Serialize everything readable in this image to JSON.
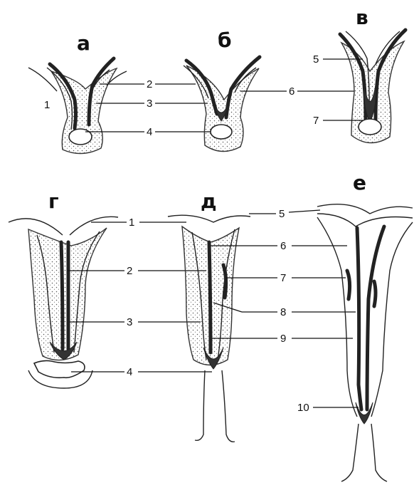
{
  "panels": {
    "a": "а",
    "b": "б",
    "v": "в",
    "g": "г",
    "d": "д",
    "e": "е"
  },
  "labels": {
    "a": {
      "n1": "1",
      "n2": "2",
      "n3": "3",
      "n4": "4"
    },
    "b": {
      "n6": "6"
    },
    "v": {
      "n5": "5",
      "n7": "7"
    },
    "g": {
      "n1": "1",
      "n2": "2",
      "n3": "3",
      "n4": "4"
    },
    "d": {
      "n5": "5",
      "n6": "6",
      "n7": "7",
      "n8": "8",
      "n9": "9"
    },
    "e": {
      "n10": "10"
    }
  }
}
